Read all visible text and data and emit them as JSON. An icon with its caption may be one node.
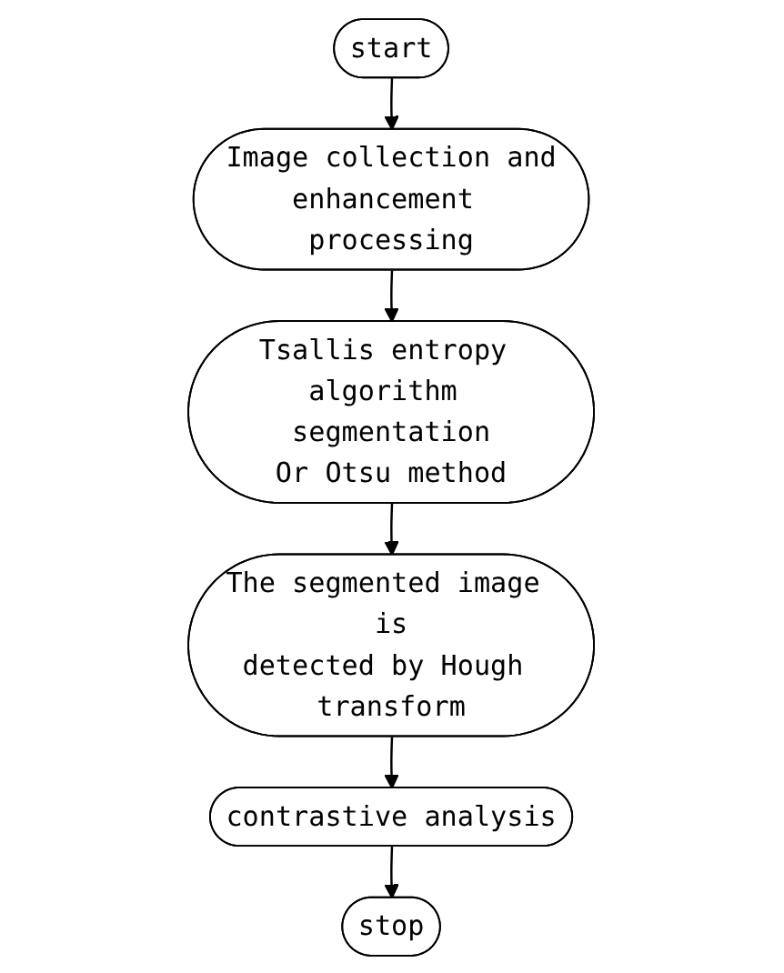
{
  "diagram": {
    "nodes": [
      {
        "text": [
          "start"
        ]
      },
      {
        "text": [
          "Image collection and enhancement processing"
        ]
      },
      {
        "text": [
          "Tsallis entropy algorithm segmentation Or Otsu method"
        ]
      },
      {
        "text": [
          "The segmented image is detected by Hough transform"
        ]
      },
      {
        "text": [
          "contrastive analysis"
        ]
      },
      {
        "text": [
          "stop"
        ]
      }
    ],
    "edges": [
      {
        "from": 0,
        "to": 1,
        "arrow": "to"
      },
      {
        "from": 1,
        "to": 2,
        "arrow": "to"
      },
      {
        "from": 2,
        "to": 3,
        "arrow": "to"
      },
      {
        "from": 3,
        "to": 4,
        "arrow": "to"
      },
      {
        "from": 4,
        "to": 5,
        "arrow": "to"
      }
    ]
  }
}
